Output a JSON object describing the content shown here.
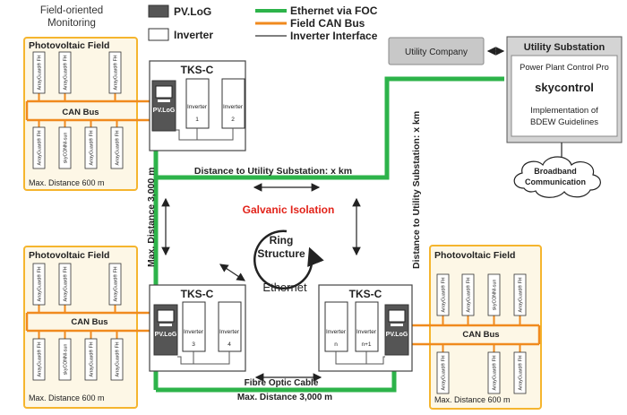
{
  "header": {
    "title_line1": "Field-oriented",
    "title_line2": "Monitoring"
  },
  "legend": {
    "pvlog": "PV.LoG",
    "inverter": "Inverter",
    "ethernet": "Ethernet via FOC",
    "can": "Field CAN Bus",
    "interface": "Inverter Interface"
  },
  "colors": {
    "ethernet": "#2db34a",
    "can": "#f08a1e",
    "field_border": "#f5b52e",
    "field_fill": "#fdf7e6",
    "pvlog": "#555555"
  },
  "utility_company": "Utility Company",
  "substation": {
    "title": "Utility Substation",
    "line1": "Power Plant Control Pro",
    "brand": "skycontrol",
    "line2": "Implementation of",
    "line3": "BDEW Guidelines"
  },
  "cloud": {
    "line1": "Broadband",
    "line2": "Communication"
  },
  "field_top": {
    "title": "Photovoltaic Field",
    "bus": "CAN Bus",
    "distance": "Max. Distance 600 m",
    "devices_top": [
      "ArrayGuard® FH",
      "ArrayGuard® FH",
      "ArrayGuard® FH"
    ],
    "devices_bottom": [
      "ArrayGuard® FH",
      "skyCONNI-sun",
      "ArrayGuard® FH",
      "ArrayGuard® FH"
    ]
  },
  "field_bl": {
    "title": "Photovoltaic Field",
    "bus": "CAN Bus",
    "distance": "Max. Distance 600 m",
    "devices_top": [
      "ArrayGuard® FH",
      "ArrayGuard® FH",
      "ArrayGuard® FH"
    ],
    "devices_bottom": [
      "ArrayGuard® FH",
      "skyCONNI-sun",
      "ArrayGuard® FH",
      "ArrayGuard® FH"
    ]
  },
  "field_br": {
    "title": "Photovoltaic Field",
    "bus": "CAN Bus",
    "distance": "Max. Distance 600 m",
    "devices_top": [
      "ArrayGuard® FH",
      "ArrayGuard® FH",
      "skyCONNI-sun",
      "ArrayGuard® FH"
    ],
    "devices_bottom": [
      "ArrayGuard® FH",
      "ArrayGuard® FH",
      "ArrayGuard® FH"
    ]
  },
  "tks_top": {
    "title": "TKS-C",
    "pvlog": "PV.LoG",
    "inv_a_label": "Inverter",
    "inv_a_num": "1",
    "inv_b_label": "Inverter",
    "inv_b_num": "2"
  },
  "tks_bl": {
    "title": "TKS-C",
    "pvlog": "PV.LoG",
    "inv_a_label": "Inverter",
    "inv_a_num": "3",
    "inv_b_label": "Inverter",
    "inv_b_num": "4"
  },
  "tks_br": {
    "title": "TKS-C",
    "pvlog": "PV.LoG",
    "inv_a_label": "Inverter",
    "inv_a_num": "n",
    "inv_b_label": "Inverter",
    "inv_b_num": "n+1"
  },
  "labels": {
    "distance_x": "Distance to Utility Substation: x km",
    "distance_x_vertical": "Distance to Utility Substation: x km",
    "max_3000_vertical": "Max. Distance 3,000 m",
    "galvanic": "Galvanic Isolation",
    "ring1": "Ring",
    "ring2": "Structure",
    "ethernet": "Ethernet",
    "fibre": "Fibre Optic Cable",
    "max_3000": "Max. Distance 3,000 m"
  }
}
